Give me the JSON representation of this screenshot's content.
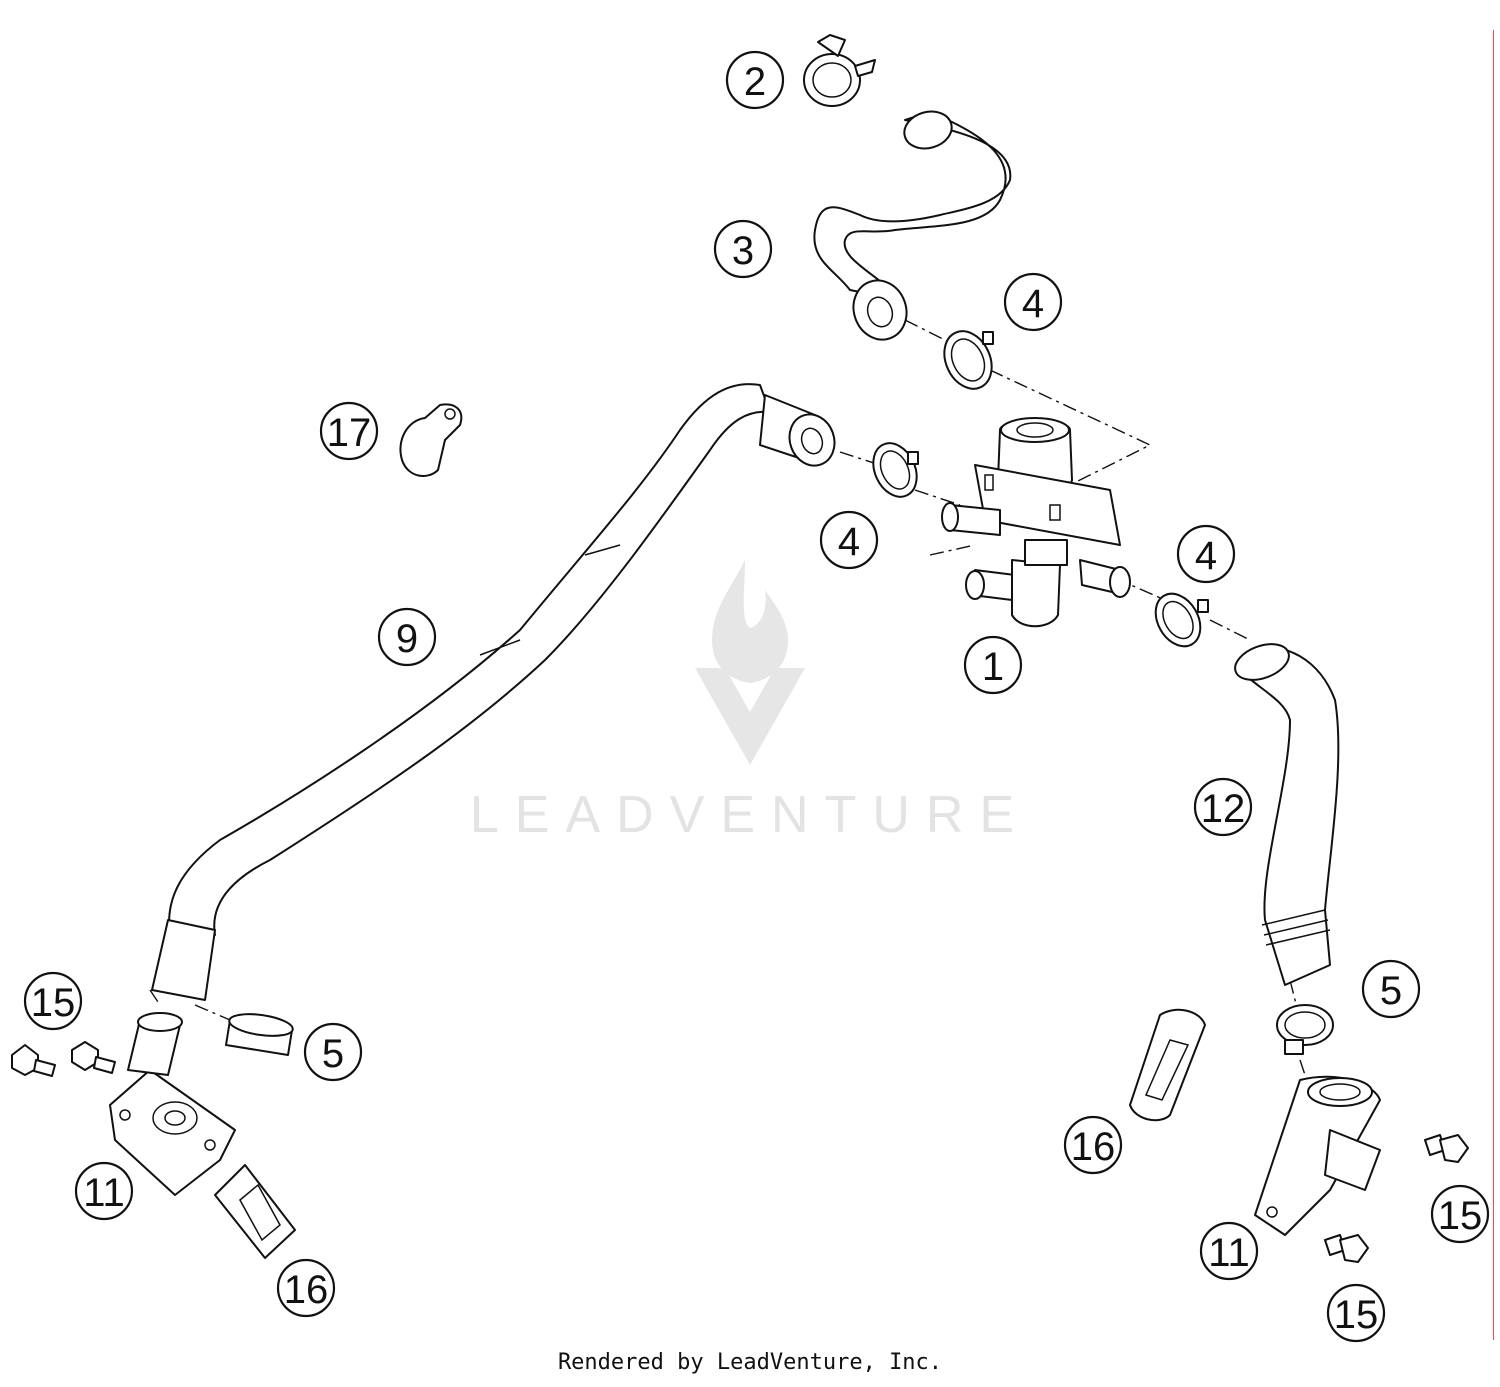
{
  "watermark": {
    "text": "LEADVENTURE"
  },
  "footer": {
    "text": "Rendered by LeadVenture, Inc."
  },
  "colors": {
    "edge_line": "#e05050",
    "ink": "#111111",
    "watermark": "#e3e3e3"
  },
  "callouts": [
    {
      "id": "c1",
      "label": "1"
    },
    {
      "id": "c2",
      "label": "2"
    },
    {
      "id": "c3",
      "label": "3"
    },
    {
      "id": "c4a",
      "label": "4"
    },
    {
      "id": "c4b",
      "label": "4"
    },
    {
      "id": "c4c",
      "label": "4"
    },
    {
      "id": "c5a",
      "label": "5"
    },
    {
      "id": "c5b",
      "label": "5"
    },
    {
      "id": "c9",
      "label": "9"
    },
    {
      "id": "c11a",
      "label": "11"
    },
    {
      "id": "c11b",
      "label": "11"
    },
    {
      "id": "c12",
      "label": "12"
    },
    {
      "id": "c15a",
      "label": "15"
    },
    {
      "id": "c15b",
      "label": "15"
    },
    {
      "id": "c15c",
      "label": "15"
    },
    {
      "id": "c16a",
      "label": "16"
    },
    {
      "id": "c16b",
      "label": "16"
    },
    {
      "id": "c17",
      "label": "17"
    }
  ]
}
